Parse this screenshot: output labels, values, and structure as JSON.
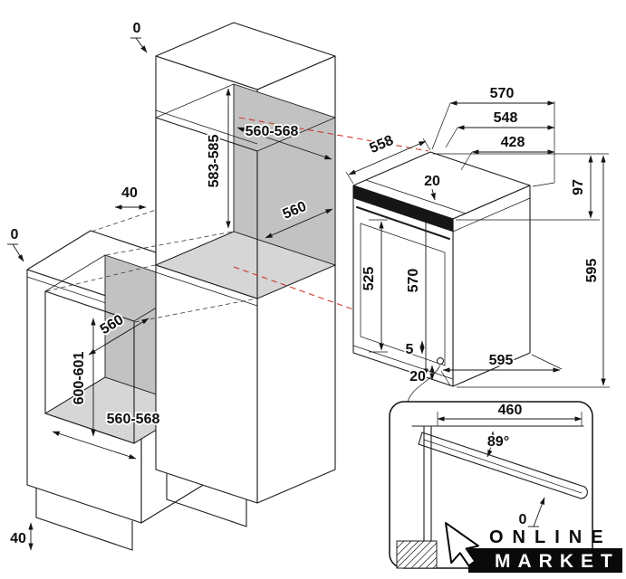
{
  "diagram": {
    "tall_cabinet": {
      "zero_top": "0",
      "gap_40": "40",
      "niche_width": "560-568",
      "niche_height": "583-585",
      "niche_depth": "560"
    },
    "base_cabinet": {
      "zero_top": "0",
      "niche_depth": "560",
      "niche_height": "600-601",
      "niche_width": "560-568",
      "plinth_height": "40"
    },
    "oven": {
      "top_width": "570",
      "top_width_mid": "548",
      "top_width_inner": "428",
      "top_depth": "558",
      "top_offset": "20",
      "panel_height": "97",
      "overall_height": "595",
      "side_height": "525",
      "front_height": "570",
      "bottom_gap": "5",
      "bottom_offset": "20",
      "bottom_width": "595"
    },
    "door_detail": {
      "door_width": "460",
      "open_angle": "89°",
      "floor_gap": "0"
    }
  },
  "logo": {
    "line1": "ONLINE",
    "line2": "MARKET"
  }
}
